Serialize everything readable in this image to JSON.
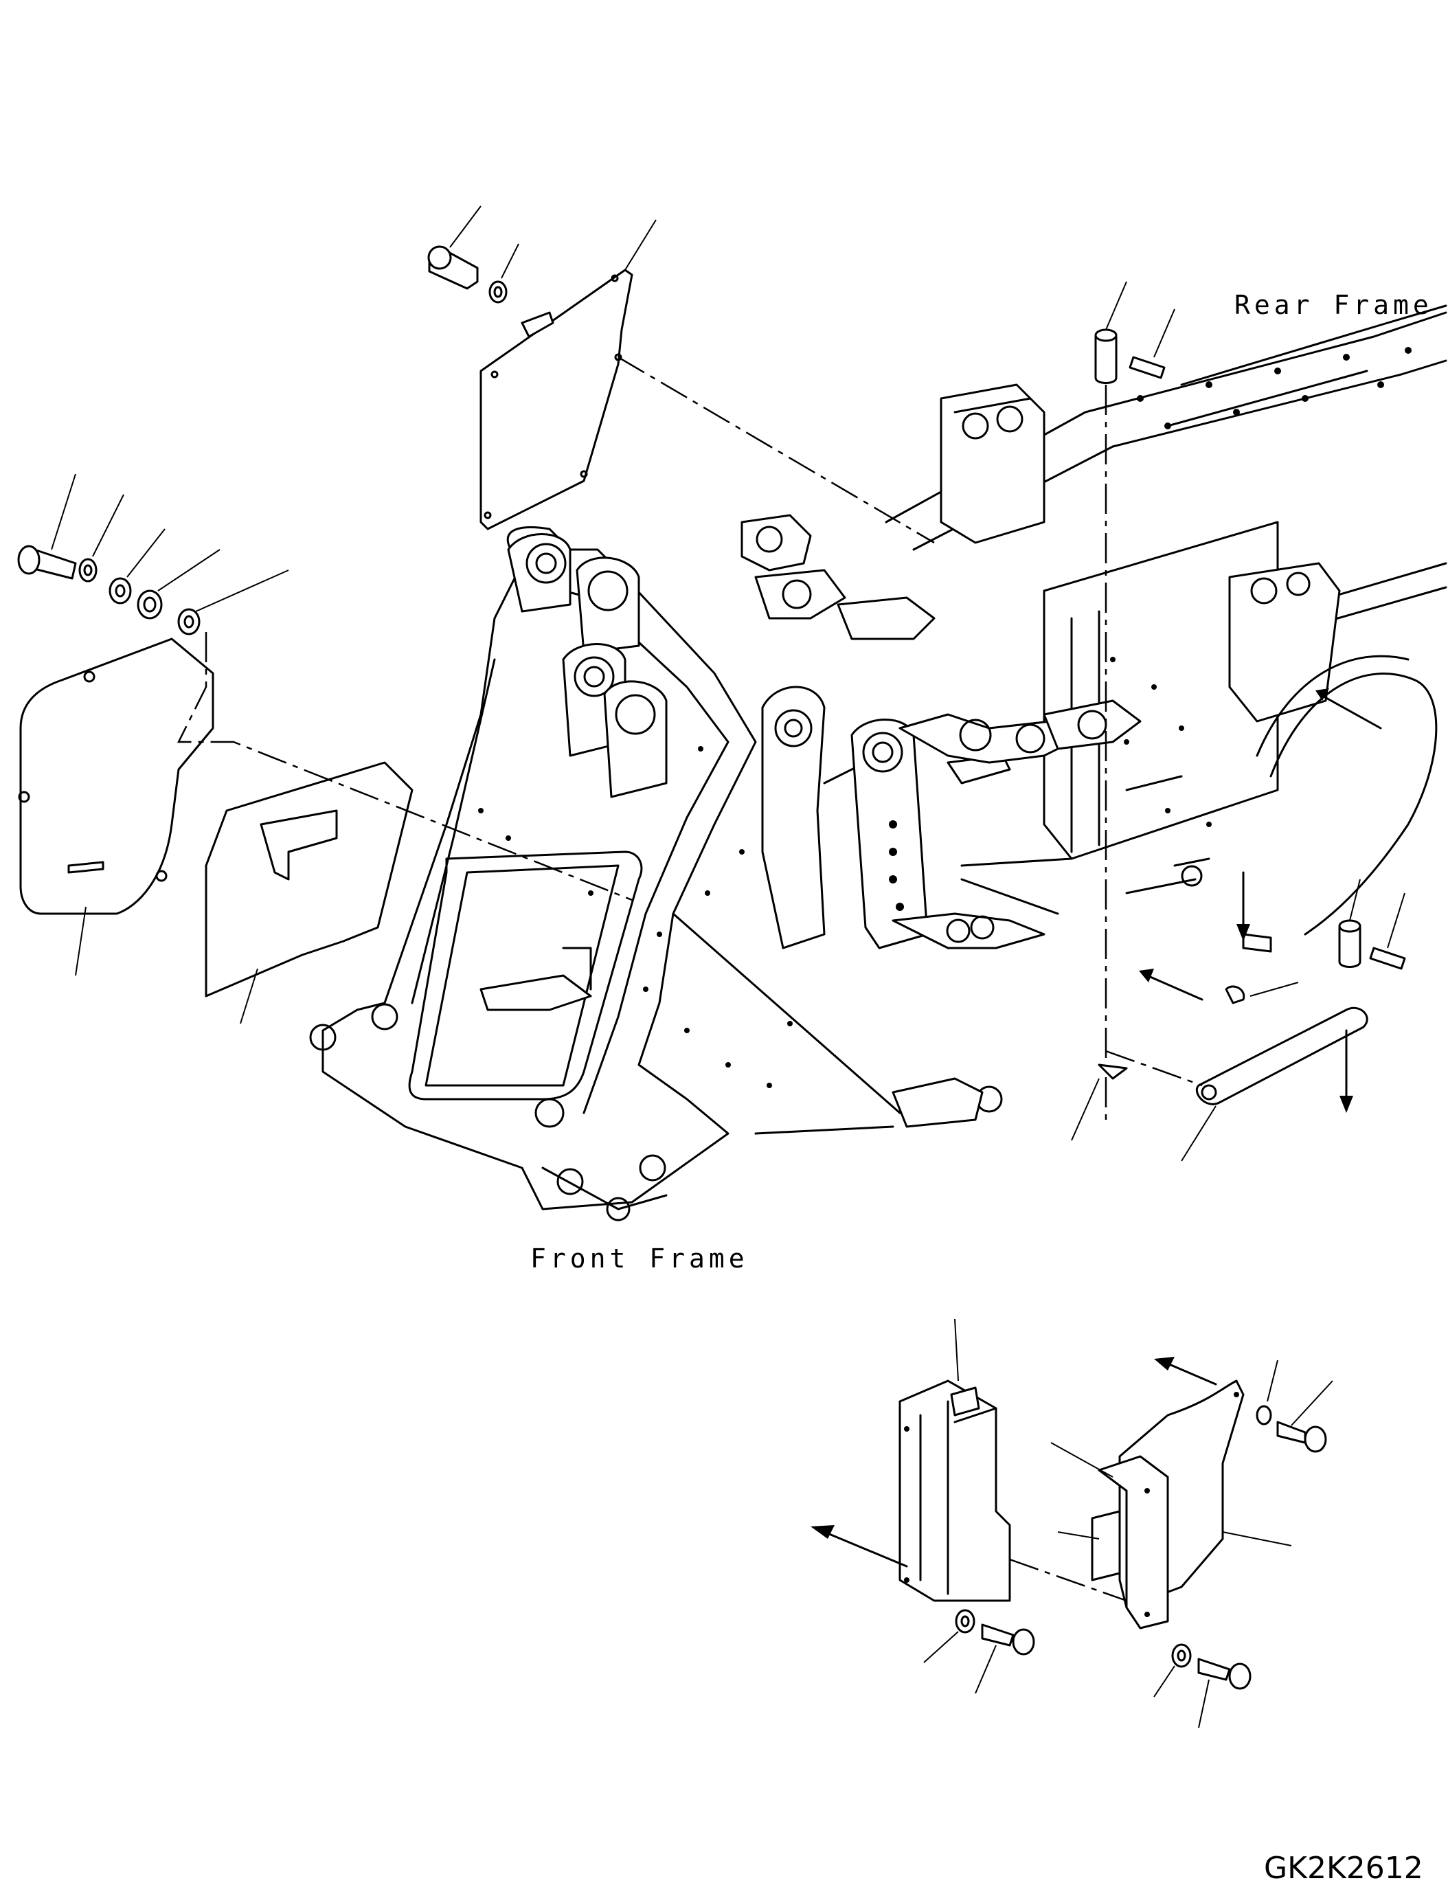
{
  "labels": {
    "rear_frame": "Rear Frame",
    "front_frame": "Front Frame"
  },
  "drawing_code": "GK2K2612"
}
